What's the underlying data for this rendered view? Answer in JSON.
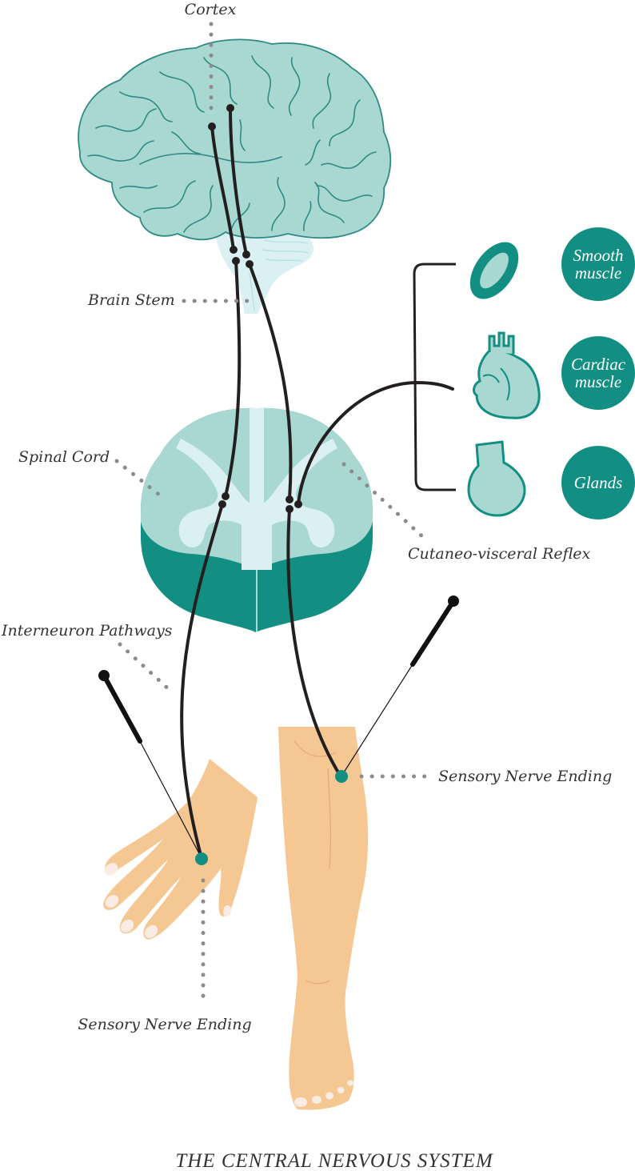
{
  "title": "THE CENTRAL NERVOUS SYSTEM",
  "labels": {
    "cortex": "Cortex",
    "brain_stem": "Brain Stem",
    "spinal_cord": "Spinal Cord",
    "cutaneo_visceral_reflex": "Cutaneo-visceral Reflex",
    "interneuron_pathways": "Interneuron Pathways",
    "sensory_nerve_ending_leg": "Sensory Nerve Ending",
    "sensory_nerve_ending_hand": "Sensory Nerve Ending"
  },
  "effectors": [
    {
      "line1": "Smooth",
      "line2": "muscle"
    },
    {
      "line1": "Cardiac",
      "line2": "muscle"
    },
    {
      "line1": "Glands",
      "line2": ""
    }
  ],
  "colors": {
    "teal_dark": "#128f82",
    "teal_light": "#a9d8d2",
    "teal_pale": "#daf0f3",
    "skin": "#f5c893",
    "nerve": "#231f20",
    "label_text": "#333333"
  }
}
